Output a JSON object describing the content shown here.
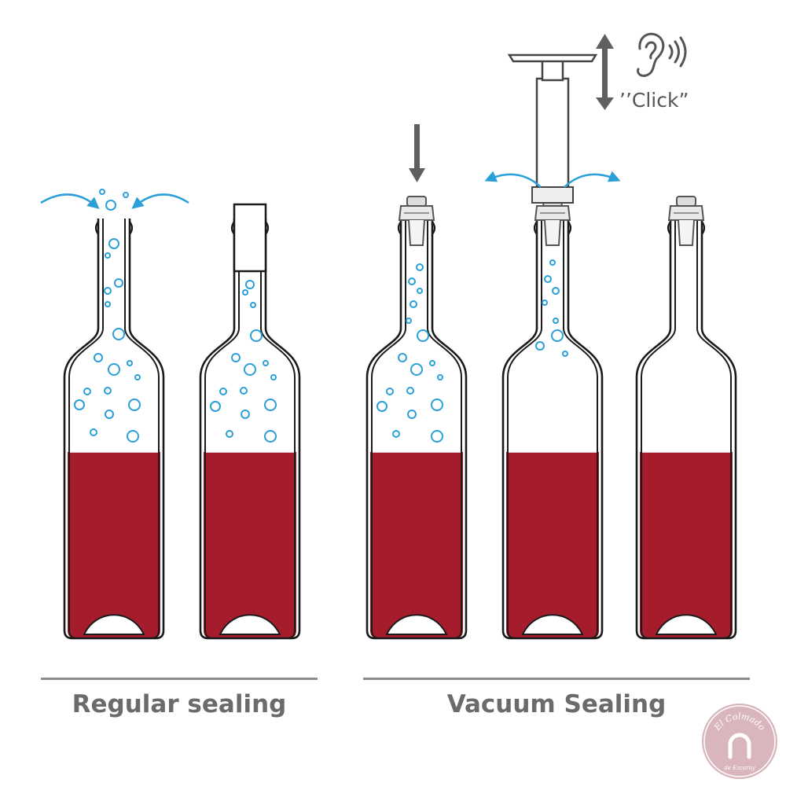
{
  "captions": {
    "regular": "Regular sealing",
    "vacuum": "Vacuum Sealing"
  },
  "sound_text": "’’Click”",
  "logo": {
    "text_top": "El Colmado",
    "text_bottom": "de Ezcaray"
  },
  "colors": {
    "wine": "#a51d2d",
    "outline": "#1a1a1a",
    "bubble": "#2a9fd8",
    "arrow_gray": "#5f5f5f",
    "caption_gray": "#6b6b6b",
    "logo_bg": "#d9b5bd"
  },
  "icons": [
    "ear-icon",
    "sound-waves-icon",
    "down-arrow-icon",
    "up-down-arrow-icon",
    "inflow-arrow-icon",
    "outflow-arrow-icon"
  ],
  "bottles": [
    {
      "name": "bottle-1",
      "closure": "open",
      "air_bubbles": true
    },
    {
      "name": "bottle-2",
      "closure": "cork",
      "air_bubbles": true
    },
    {
      "name": "bottle-3",
      "closure": "vacuum-stopper",
      "air_bubbles": true
    },
    {
      "name": "bottle-4",
      "closure": "stopper-with-pump",
      "air_bubbles": true
    },
    {
      "name": "bottle-5",
      "closure": "vacuum-stopper",
      "air_bubbles": false
    }
  ]
}
